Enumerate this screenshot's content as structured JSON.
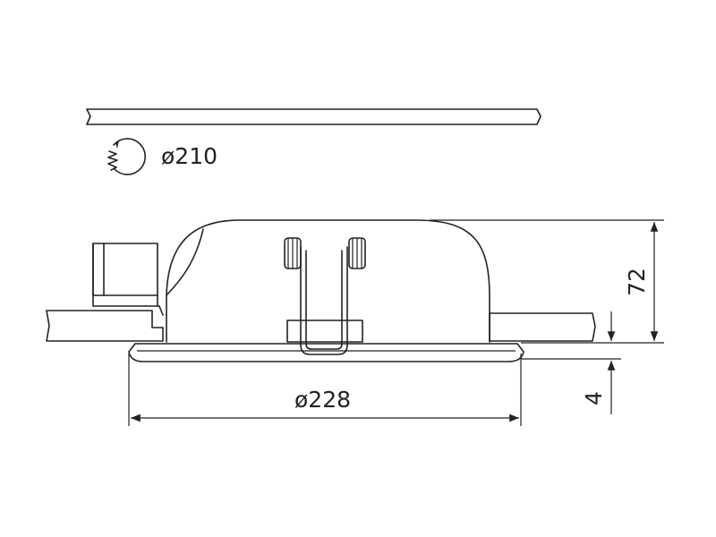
{
  "labels": {
    "cutout_diameter": "ø210",
    "outer_diameter": "ø228",
    "height": "72",
    "rim_thickness": "4"
  },
  "colors": {
    "line": "#222222",
    "background": "#ffffff"
  },
  "icons": {
    "hole_saw": "hole-saw-icon"
  }
}
